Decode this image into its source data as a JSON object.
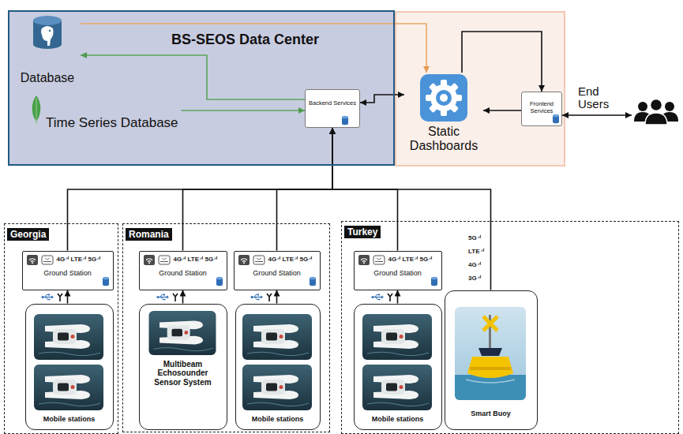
{
  "diagram": {
    "nodes": [
      {
        "text": [
          "BS-SEOS Data Center"
        ]
      },
      {
        "text": [
          "Database"
        ],
        "in": 0
      },
      {
        "text": [
          "Time Series Database"
        ],
        "in": 0
      },
      {
        "text": [
          "Backend Services"
        ],
        "in": 0
      },
      {
        "text": [
          "Static Dashboards"
        ]
      },
      {
        "text": [
          "Frontend Services"
        ]
      },
      {
        "text": [
          "End Users"
        ]
      },
      {
        "text": [
          "Georgia"
        ]
      },
      {
        "text": [
          "Ground Station"
        ],
        "in": 7
      },
      {
        "text": [
          "Mobile stations"
        ],
        "in": 7
      },
      {
        "text": [
          "Romania"
        ]
      },
      {
        "text": [
          "Ground Station"
        ],
        "in": 10
      },
      {
        "text": [
          "Multibeam Echosounder Sensor System"
        ],
        "in": 10
      },
      {
        "text": [
          "Ground Station"
        ],
        "in": 10
      },
      {
        "text": [
          "Mobile stations"
        ],
        "in": 10
      },
      {
        "text": [
          "Turkey"
        ]
      },
      {
        "text": [
          "Ground Station"
        ],
        "in": 15
      },
      {
        "text": [
          "Mobile stations"
        ],
        "in": 15
      },
      {
        "text": [
          "Smart Buoy"
        ],
        "in": 15
      }
    ],
    "edges": [
      {
        "from": 2,
        "to": 3,
        "arrow": "to"
      },
      {
        "from": 3,
        "to": 1,
        "arrow": "to"
      },
      {
        "from": 3,
        "to": 4,
        "arrow": "both"
      },
      {
        "from": 1,
        "to": 4,
        "arrow": "to"
      },
      {
        "from": 5,
        "to": 4,
        "arrow": "to"
      },
      {
        "from": 4,
        "to": 5,
        "arrow": "to"
      },
      {
        "from": 5,
        "to": 6,
        "arrow": "both"
      },
      {
        "from": 9,
        "to": 8,
        "arrow": "to"
      },
      {
        "from": 8,
        "to": 3,
        "arrow": "to"
      },
      {
        "from": 12,
        "to": 11,
        "arrow": "to"
      },
      {
        "from": 11,
        "to": 3,
        "arrow": "to"
      },
      {
        "from": 14,
        "to": 13,
        "arrow": "to"
      },
      {
        "from": 13,
        "to": 3,
        "arrow": "to"
      },
      {
        "from": 17,
        "to": 16,
        "arrow": "to"
      },
      {
        "from": 16,
        "to": 3,
        "arrow": "to"
      },
      {
        "from": 18,
        "to": 3,
        "arrow": "to"
      }
    ],
    "labels": [
      "4G",
      "LTE",
      "5G",
      "4G",
      "LTE",
      "5G",
      "4G",
      "LTE",
      "5G",
      "4G",
      "LTE",
      "5G",
      "5G",
      "LTE",
      "4G",
      "3G"
    ]
  }
}
